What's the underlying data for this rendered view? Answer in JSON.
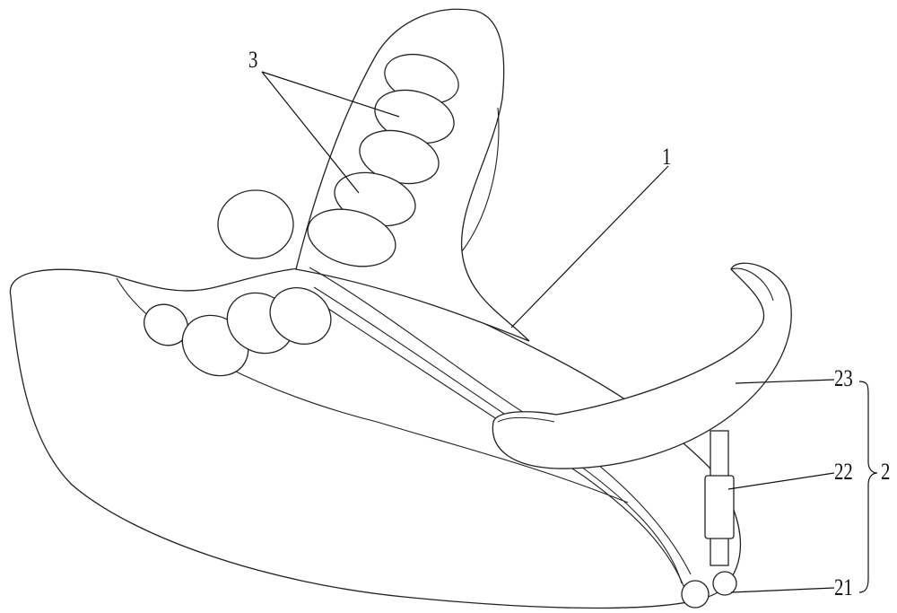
{
  "figure": {
    "labels": {
      "teeth": "3",
      "base": "1",
      "handle": "23",
      "rod": "22",
      "assembly": "2",
      "joint": "21"
    }
  }
}
